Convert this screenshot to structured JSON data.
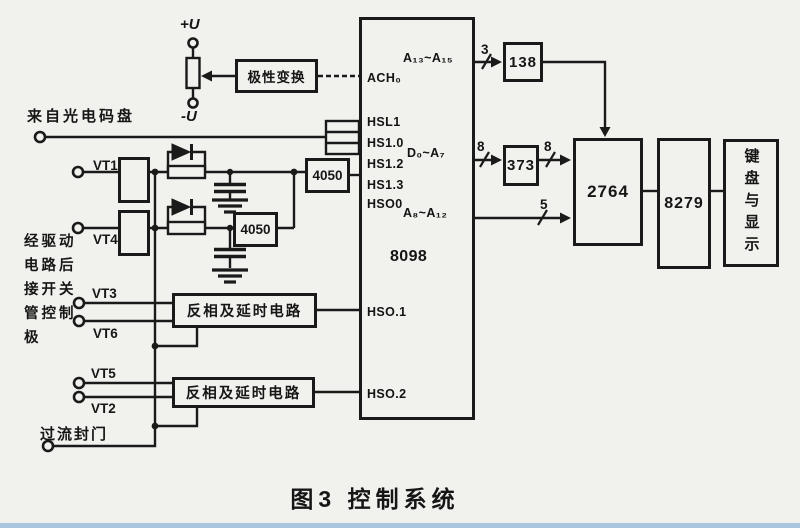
{
  "figure": {
    "caption": "图3  控制系统"
  },
  "power": {
    "plus": "+U",
    "minus": "-U"
  },
  "blocks": {
    "polarity": "极性变换",
    "buffer1": "4050",
    "buffer2": "4050",
    "delay1": "反相及延时电路",
    "delay2": "反相及延时电路",
    "mcu": "8098",
    "decoder": "138",
    "latch": "373",
    "eprom": "2764",
    "kdc": "8279",
    "display": "键盘与显示"
  },
  "mcu": {
    "pins": {
      "ach0": "ACH₀",
      "hsl1": "HSL1",
      "hs10": "HS1.0",
      "hs12": "HS1.2",
      "hs13": "HS1.3",
      "hso0": "HSO0",
      "hso1": "HSO.1",
      "hso2": "HSO.2",
      "a13_15": "A₁₃~A₁₅",
      "d0_a7": "D₀~A₇",
      "a8_12": "A₈~A₁₂"
    }
  },
  "buses": {
    "addr_high_width": "3",
    "data_width_in": "8",
    "data_width_out": "8",
    "addr_mid_width": "5"
  },
  "inputs": {
    "encoder": "来自光电码盘",
    "vt1": "VT1",
    "vt4": "VT4",
    "vt3": "VT3",
    "vt6": "VT6",
    "vt5": "VT5",
    "vt2": "VT2",
    "overcurrent": "过流封门",
    "drive_note": "经驱动\n电路后\n接开关\n管控制\n极"
  }
}
